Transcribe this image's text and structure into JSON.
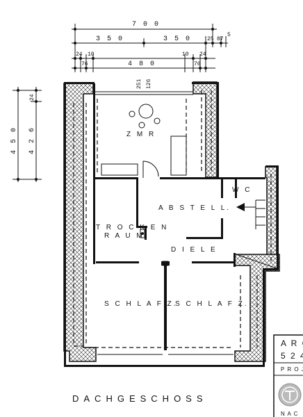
{
  "title": "DACHGESCHOSS",
  "dimensions": {
    "top_total": "7 0 0",
    "top_half_left": "3 5 0",
    "top_half_right": "3 5 0",
    "top_right_a": "25",
    "top_right_b": "87",
    "top_right_c": "5",
    "mid_inner": "4 8 0",
    "left_a": "24",
    "left_b": "10",
    "right_a": "10",
    "right_b": "24",
    "small_76_left": "76",
    "small_76_right": "76",
    "window_a": "251",
    "window_b": "126",
    "side_total": "4 5 0",
    "side_inner": "4 2 6",
    "side_small": "24"
  },
  "rooms": {
    "zmr": "Z M R",
    "abstell": "A B S T E L L.",
    "wc": "W C",
    "trocken_1": "T R O C K E N",
    "trocken_2": "R A U M",
    "diele": "D I E L E",
    "schlafz_left": "S C H L A F Z.",
    "schlafz_right": "S C H L A F Z."
  },
  "stamp": {
    "line1": "A R C",
    "line2": "5 2 4",
    "line3": "P R O J",
    "line4": "N A C"
  }
}
